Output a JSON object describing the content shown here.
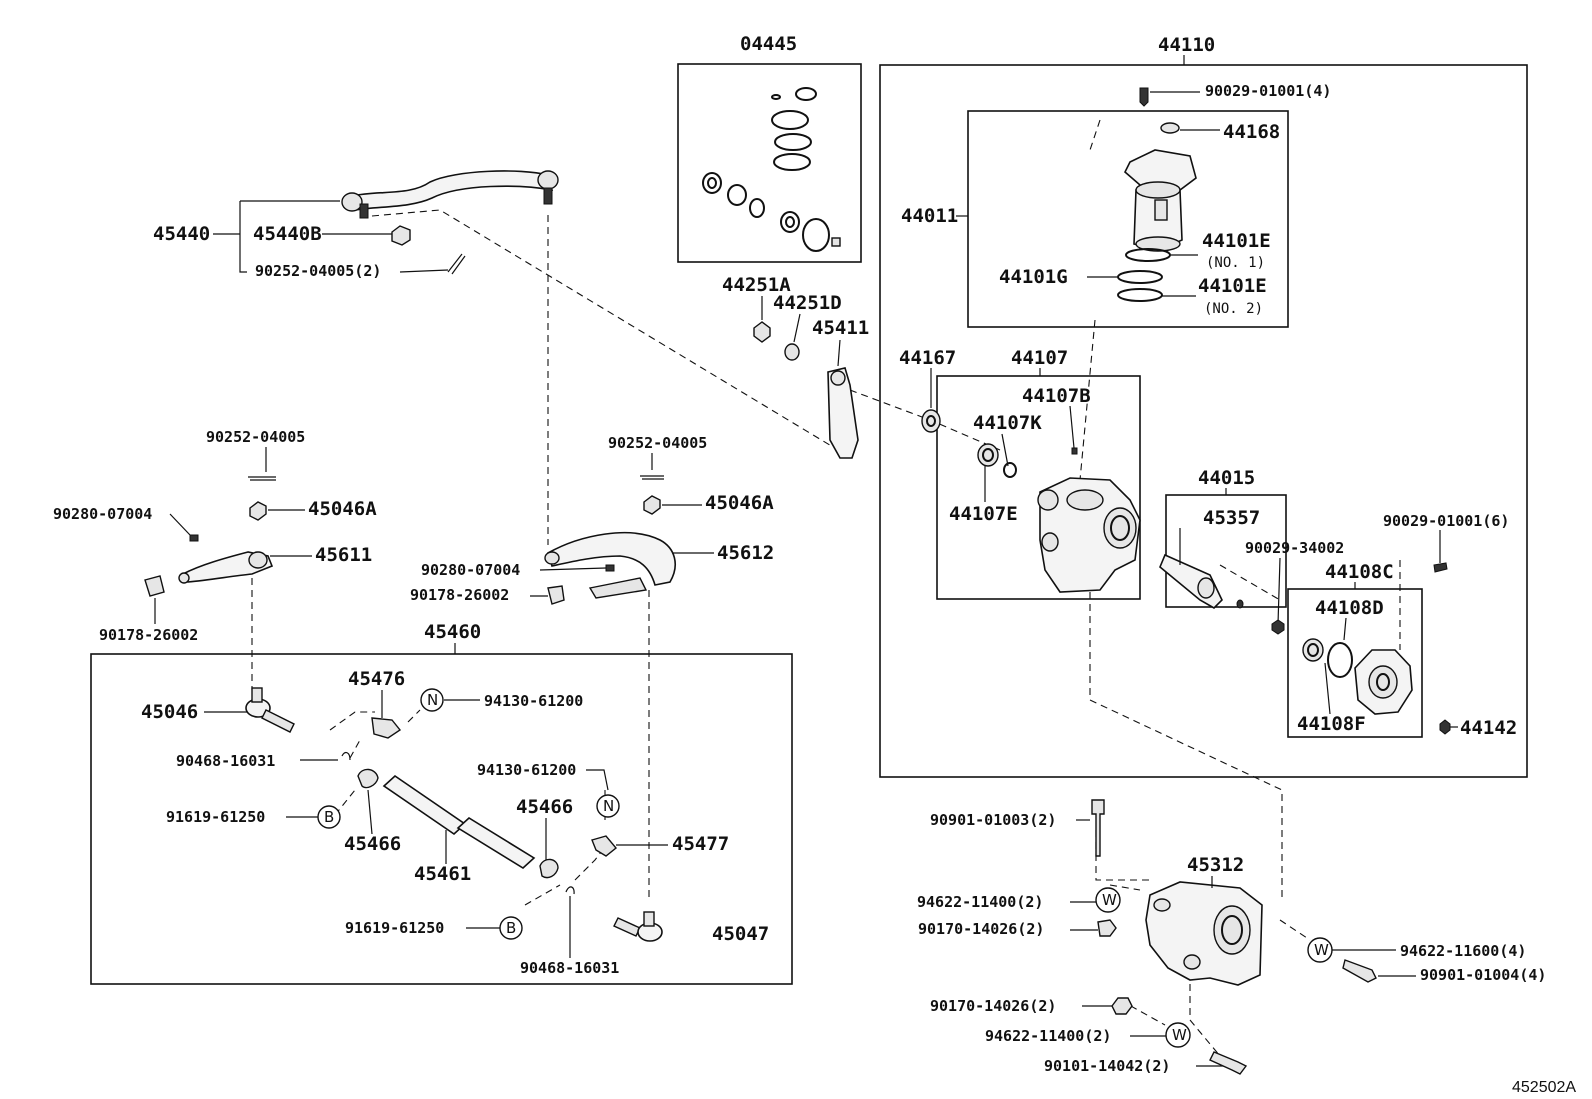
{
  "diagram_id": "452502A",
  "group_labels": {
    "seal_kit": "04445",
    "gear_assembly": "44110",
    "tie_rod_assembly": "45460",
    "valve_housing_group": "44011",
    "gear_housing_group": "44107",
    "sector_shaft_group": "44015",
    "end_cover_group": "44108C"
  },
  "labels": {
    "p45440": "45440",
    "p45440b": "45440B",
    "p90252_04005_2": "90252-04005(2)",
    "p44251a": "44251A",
    "p44251d": "44251D",
    "p45411": "45411",
    "p90029_01001_4": "90029-01001(4)",
    "p44168": "44168",
    "p44101e_1": "44101E",
    "no1": "(NO. 1)",
    "p44101g": "44101G",
    "p44101e_2": "44101E",
    "no2": "(NO. 2)",
    "p44167": "44167",
    "p44107b": "44107B",
    "p44107k": "44107K",
    "p44107e": "44107E",
    "p45357": "45357",
    "p90029_34002": "90029-34002",
    "p90029_01001_6": "90029-01001(6)",
    "p44108d": "44108D",
    "p44108f": "44108F",
    "p44142": "44142",
    "p90252_04005_a": "90252-04005",
    "p90252_04005_b": "90252-04005",
    "p90280_07004_a": "90280-07004",
    "p90280_07004_b": "90280-07004",
    "p45046a_a": "45046A",
    "p45046a_b": "45046A",
    "p45611": "45611",
    "p45612": "45612",
    "p90178_26002_a": "90178-26002",
    "p90178_26002_b": "90178-26002",
    "p45046": "45046",
    "p45476": "45476",
    "p94130_61200_a": "94130-61200",
    "p94130_61200_b": "94130-61200",
    "p90468_16031_a": "90468-16031",
    "p90468_16031_b": "90468-16031",
    "p91619_61250_a": "91619-61250",
    "p91619_61250_b": "91619-61250",
    "p45466_a": "45466",
    "p45466_b": "45466",
    "p45461": "45461",
    "p45477": "45477",
    "p45047": "45047",
    "p90901_01003_2": "90901-01003(2)",
    "p45312": "45312",
    "p94622_11400_2a": "94622-11400(2)",
    "p90170_14026_2a": "90170-14026(2)",
    "p94622_11600_4": "94622-11600(4)",
    "p90901_01004_4": "90901-01004(4)",
    "p90170_14026_2b": "90170-14026(2)",
    "p94622_11400_2b": "94622-11400(2)",
    "p90101_14042_2": "90101-14042(2)"
  },
  "badges": {
    "n": "N",
    "b": "B",
    "w": "W"
  }
}
